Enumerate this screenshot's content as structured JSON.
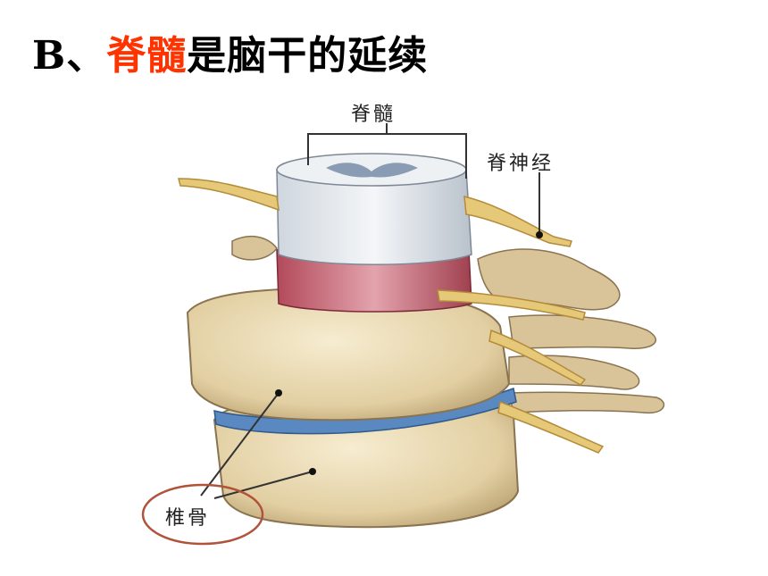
{
  "slide": {
    "title_prefix": "B、",
    "title_highlight": "脊髓",
    "title_suffix": "是脑干的延续",
    "highlight_color": "#ff3300"
  },
  "diagram": {
    "label_spinal_cord": "脊髓",
    "label_spinal_nerve": "脊神经",
    "label_vertebra": "椎骨",
    "circle_color": "#b0533a"
  }
}
